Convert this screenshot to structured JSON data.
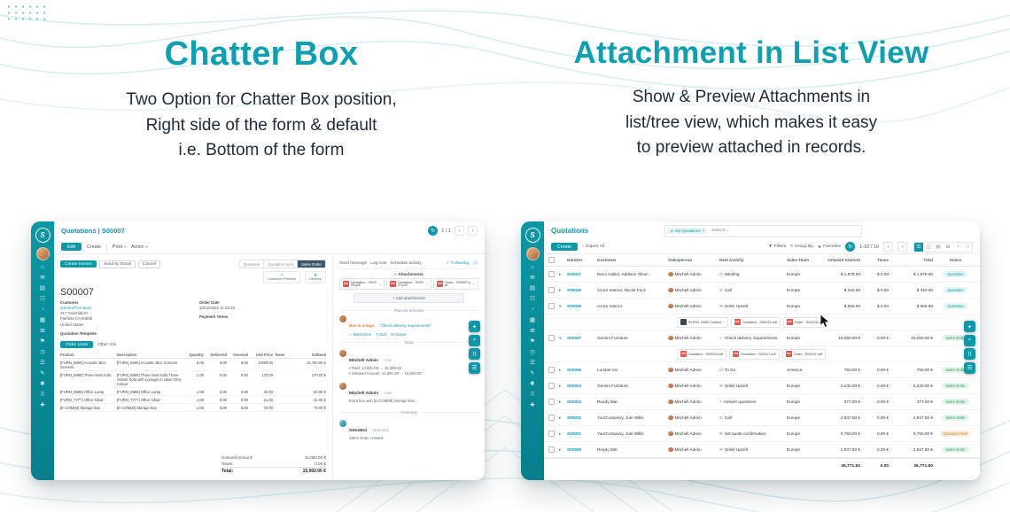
{
  "hero": {
    "left": {
      "title": "Chatter Box",
      "lines": [
        "Two Option for Chatter Box position,",
        "Right side of the form & default",
        "i.e. Bottom of the form"
      ]
    },
    "right": {
      "title": "Attachment in List View",
      "lines": [
        "Show & Preview Attachments in",
        "list/tree view, which makes it easy",
        "to preview attached in records."
      ]
    }
  },
  "colors": {
    "accent": "#0c98a6",
    "heading": "#0ea0b0",
    "sidebar": "#0b97a4",
    "pdf_red": "#e2574c",
    "status_quotation": "#0c98a6",
    "status_sales_order": "#1f9d57",
    "status_quotation_sent": "#cf7a25"
  },
  "icons": {
    "refresh": "↻",
    "chev_left": "‹",
    "chev_right": "›",
    "caret_down": "▾",
    "caret_right": "▸",
    "close": "×",
    "check": "✓",
    "plus": "+",
    "edit": "✎",
    "cancel": "⊘",
    "arrow_up_right": "↗",
    "funnel": "▼",
    "group": "≡",
    "star": "★",
    "download": "↓",
    "search": "⌕",
    "pdf": "PDF",
    "bullet": "•"
  },
  "sidebar": {
    "logo": "S",
    "icons": [
      {
        "name": "home-icon",
        "glyph": "⌂"
      },
      {
        "name": "discuss-icon",
        "glyph": "✉"
      },
      {
        "name": "calendar-icon",
        "glyph": "▤"
      },
      {
        "name": "contacts-icon",
        "glyph": "☷"
      },
      {
        "name": "crm-icon",
        "glyph": "◔"
      },
      {
        "name": "sales-icon",
        "glyph": "▦"
      },
      {
        "name": "dashboard-icon",
        "glyph": "⊞"
      },
      {
        "name": "project-icon",
        "glyph": "⚑"
      },
      {
        "name": "timesheet-icon",
        "glyph": "◷"
      },
      {
        "name": "inventory-icon",
        "glyph": "☰"
      },
      {
        "name": "accounting-icon",
        "glyph": "✎"
      },
      {
        "name": "settings-icon",
        "glyph": "✱"
      },
      {
        "name": "apps-icon",
        "glyph": "⠿"
      },
      {
        "name": "more-icon",
        "glyph": "✚"
      }
    ]
  },
  "edge_buttons": [
    {
      "name": "bookmark-button",
      "glyph": "✦"
    },
    {
      "name": "search-button",
      "glyph": "⌕"
    },
    {
      "name": "apps-grid-button",
      "glyph": "⠿"
    },
    {
      "name": "menu-button",
      "glyph": "☰"
    }
  ],
  "form_app": {
    "breadcrumb": "Quotations | S00007",
    "pager": "1 / 1",
    "toolbar": {
      "edit": "Edit",
      "create": "Create",
      "print": "Print",
      "action": "Action"
    },
    "header_buttons": {
      "create_invoice": "Create Invoice",
      "send_by_email": "Send by Email",
      "cancel": "Cancel"
    },
    "statusbar": {
      "quotation": "Quotation",
      "quotation_sent": "Quotation Sent",
      "sales_order": "Sales Order"
    },
    "smart_buttons": {
      "customer_preview": "Customer Preview",
      "delivery_count": "2",
      "delivery_label": "Delivery"
    },
    "record_name": "S00007",
    "fields": {
      "customer_label": "Customer",
      "customer_name": "Gemini Furniture",
      "address_line1": "317 Fairchild Dr",
      "address_line2": "Fairfield CA 94535",
      "address_line3": "United States",
      "order_date_label": "Order Date",
      "order_date": "10/12/2022 11:53:23",
      "payment_terms_label": "Payment Terms",
      "quotation_template_label": "Quotation Template"
    },
    "tabs": {
      "order_lines": "Order Lines",
      "other_info": "Other Info"
    },
    "table": {
      "headers": [
        "Product",
        "Description",
        "Quantity",
        "Delivered",
        "Invoiced",
        "Unit Price",
        "Taxes",
        "Subtotal"
      ],
      "lines": [
        {
          "product": "[FURN_6666] Acoustic Bloc Screens",
          "description": "[FURN_6666] Acoustic Bloc Screens",
          "qty": "5.00",
          "delivered": "0.00",
          "invoiced": "0.00",
          "price": "2,950.00",
          "taxes": "",
          "subtotal": "14,750.00 €"
        },
        {
          "product": "[FURN_8999] Three-Seat Sofa",
          "description": "[FURN_8999] Three-Seat Sofa Three Seater Sofa with Lounger in Steel Grey Colour",
          "qty": "1.00",
          "delivered": "0.00",
          "invoiced": "0.00",
          "price": "170.00",
          "taxes": "",
          "subtotal": "170.00 €"
        },
        {
          "product": "[FURN_8888] Office Lamp",
          "description": "[FURN_8888] Office Lamp",
          "qty": "1.00",
          "delivered": "0.00",
          "invoiced": "0.00",
          "price": "40.00",
          "taxes": "",
          "subtotal": "40.00 €"
        },
        {
          "product": "[FURN_7777] Office Chair",
          "description": "[FURN_7777] Office Chair",
          "qty": "1.00",
          "delivered": "0.00",
          "invoiced": "0.00",
          "price": "21.00",
          "taxes": "",
          "subtotal": "21.00 €"
        },
        {
          "product": "[E-COM08] Storage Box",
          "description": "[E-COM08] Storage Box",
          "qty": "1.00",
          "delivered": "0.00",
          "invoiced": "0.00",
          "price": "79.00",
          "taxes": "",
          "subtotal": "79.00 €"
        }
      ]
    },
    "totals": {
      "untaxed_label": "Untaxed Amount:",
      "untaxed": "15,060.00 €",
      "taxes_label": "Taxes:",
      "taxes": "0.00 €",
      "total_label": "Total:",
      "total": "15,060.00 €"
    },
    "chatter": {
      "send_message": "Send message",
      "log_note": "Log note",
      "schedule_activity": "Schedule activity",
      "following": "Following",
      "followers": "2",
      "attachments_label": "Attachments",
      "attachments": [
        {
          "label": "Quotation - S00023.pdf"
        },
        {
          "label": "Quotation - S00017.pdf"
        },
        {
          "label": "Order - S00007.p df"
        }
      ],
      "add_attachments": "Add attachments",
      "planned_label": "Planned activities",
      "activity_due": "Due in 4 days:",
      "activity_title": "“Check delivery requirements”",
      "activity_actions": {
        "done": "Mark Done",
        "edit": "Edit",
        "cancel": "Cancel"
      },
      "today": "Today",
      "yesterday": "Yesterday",
      "messages": [
        {
          "author": "Mitchell Admin",
          "time": "- now",
          "line1": "• Total: 14,981.00 → 15,060.00",
          "line2": "• Untaxed Amount: 14,981.00 → 15,060.00"
        },
        {
          "author": "Mitchell Admin",
          "time": "- now",
          "line1": "Extra line with [E-COM08] Storage Box"
        },
        {
          "author": "OdooBot",
          "time": "- yesterday",
          "line1": "Sales Order created"
        }
      ]
    }
  },
  "list_app": {
    "title": "Quotations",
    "search": {
      "facet": "My Quotations",
      "placeholder": "Search..."
    },
    "create": "Create",
    "export_all": "Export All",
    "filters": "Filters",
    "group_by": "Group By",
    "favorites": "Favorites",
    "pager": "1-10 / 10",
    "columns": [
      "Number",
      "Customer",
      "Salesperson",
      "Next Activity",
      "Sales Team",
      "Untaxed Amount",
      "Taxes",
      "Total",
      "Status"
    ],
    "views": [
      {
        "name": "list-view-button",
        "glyph": "☰",
        "active": "true"
      },
      {
        "name": "kanban-view-button",
        "glyph": "◫"
      },
      {
        "name": "calendar-view-button",
        "glyph": "▤"
      },
      {
        "name": "pivot-view-button",
        "glyph": "⊞"
      },
      {
        "name": "graph-view-button",
        "glyph": "◔"
      },
      {
        "name": "map-view-button",
        "glyph": "◇"
      }
    ],
    "rows_a": [
      {
        "caret": "▸",
        "number": "S00027",
        "customer": "Deco Addict, Addison Olson",
        "salesperson": "Mitchell Admin",
        "activity_icon": "◷",
        "activity": "Meeting",
        "team": "Europe",
        "untaxed": "$ 1,878.00",
        "taxes": "$ 0.00",
        "total": "$ 1,878.00",
        "status": "Quotation",
        "kind": "quotation"
      },
      {
        "caret": "▸",
        "number": "S00026",
        "customer": "Azure Interior, Nicole Ford",
        "salesperson": "Mitchell Admin",
        "activity_icon": "✆",
        "activity": "Call",
        "team": "Europe",
        "untaxed": "$ 320.00",
        "taxes": "$ 0.00",
        "total": "$ 320.00",
        "status": "Quotation",
        "kind": "quotation"
      },
      {
        "caret": "▾",
        "number": "S00025",
        "customer": "Azure Interior",
        "salesperson": "Mitchell Admin",
        "activity_icon": "✉",
        "activity": "Order Upsell",
        "team": "Europe",
        "untaxed": "$ 666.00",
        "taxes": "$ 0.00",
        "total": "$ 666.00",
        "status": "Quotation",
        "kind": "quotation"
      }
    ],
    "attach_row_a": {
      "chips": [
        {
          "kind": "img",
          "badge": "",
          "label": "[FURN_0269] Custom..."
        },
        {
          "kind": "pdf",
          "badge": "PDF",
          "label": "Quotation - S00025.pdf"
        },
        {
          "kind": "pdf",
          "badge": "PDF",
          "label": "Order - S00025.pdf"
        }
      ]
    },
    "row_s00007": {
      "caret": "▾",
      "number": "S00007",
      "customer": "Gemini Furniture",
      "salesperson": "Mitchell Admin",
      "activity_icon": "✓",
      "activity": "Check delivery requirements",
      "team": "Europe",
      "untaxed": "15,060.00 €",
      "taxes": "0.00 €",
      "total": "15,060.00 €",
      "status": "Sales Order",
      "kind": "sales-order"
    },
    "attach_row_b": {
      "chips": [
        {
          "kind": "pdf",
          "badge": "PDF",
          "label": "Quotation - S00023.pdf"
        },
        {
          "kind": "pdf",
          "badge": "PDF",
          "label": "Quotation - S00017.pdf"
        },
        {
          "kind": "pdf",
          "badge": "PDF",
          "label": "Order - S00007.pdf"
        }
      ]
    },
    "rows_c": [
      {
        "caret": "▸",
        "number": "S00006",
        "customer": "Lumber Inc",
        "salesperson": "Mitchell Admin",
        "activity_icon": "☑",
        "activity": "To Do",
        "team": "America",
        "untaxed": "750.00 €",
        "taxes": "0.00 €",
        "total": "750.00 €",
        "status": "Sales Order",
        "kind": "sales-order"
      },
      {
        "caret": "▸",
        "number": "S00004",
        "customer": "Gemini Furniture",
        "salesperson": "Mitchell Admin",
        "activity_icon": "✉",
        "activity": "Order Upsell",
        "team": "Europe",
        "untaxed": "2,240.00 €",
        "taxes": "0.00 €",
        "total": "2,240.00 €",
        "status": "Sales Order",
        "kind": "sales-order"
      },
      {
        "caret": "▸",
        "number": "S00003",
        "customer": "Ready Mat",
        "salesperson": "Mitchell Admin",
        "activity_icon": "?",
        "activity": "Answer questions",
        "team": "Europe",
        "untaxed": "377.00 €",
        "taxes": "0.00 €",
        "total": "377.00 €",
        "status": "Sales Order",
        "kind": "sales-order"
      },
      {
        "caret": "▸",
        "number": "S00002",
        "customer": "YourCompany, Joel Willis",
        "salesperson": "Mitchell Admin",
        "activity_icon": "✆",
        "activity": "Call",
        "team": "Europe",
        "untaxed": "2,947.50 €",
        "taxes": "0.00 €",
        "total": "2,947.50 €",
        "status": "Sales Order",
        "kind": "sales-order"
      },
      {
        "caret": "▸",
        "number": "S00001",
        "customer": "YourCompany, Joel Willis",
        "salesperson": "Mitchell Admin",
        "activity_icon": "✉",
        "activity": "Set quote confirmation",
        "team": "Europe",
        "untaxed": "9,750.00 €",
        "taxes": "0.00 €",
        "total": "9,750.00 €",
        "status": "Quotation Sent",
        "kind": "quotation-sent"
      },
      {
        "caret": "▸",
        "number": "S00005",
        "customer": "Ready Mat",
        "salesperson": "Mitchell Admin",
        "activity_icon": "✉",
        "activity": "Order Upsell",
        "team": "Europe",
        "untaxed": "2,947.50 €",
        "taxes": "0.00 €",
        "total": "2,947.50 €",
        "status": "Sales Order",
        "kind": "sales-order"
      }
    ],
    "footer": {
      "untaxed": "36,771.50",
      "taxes": "0.00",
      "total": "36,771.50"
    }
  }
}
